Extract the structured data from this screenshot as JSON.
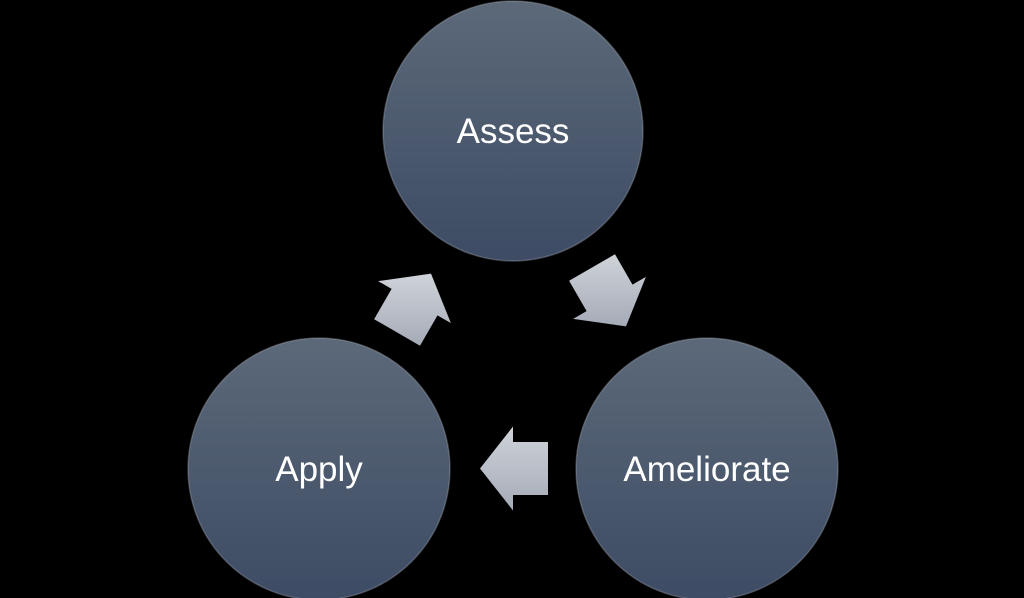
{
  "diagram": {
    "type": "cycle",
    "background_color": "#000000",
    "node_fill_top": "#5c6979",
    "node_fill_bottom": "#3d4b64",
    "node_text_color": "#ffffff",
    "arrow_fill_top": "#cfd3d9",
    "arrow_fill_bottom": "#a5abb7",
    "nodes": [
      {
        "id": "assess",
        "label": "Assess"
      },
      {
        "id": "ameliorate",
        "label": "Ameliorate"
      },
      {
        "id": "apply",
        "label": "Apply"
      }
    ],
    "arrows": [
      {
        "from": "assess",
        "to": "ameliorate",
        "direction": "down-right"
      },
      {
        "from": "ameliorate",
        "to": "apply",
        "direction": "left"
      },
      {
        "from": "apply",
        "to": "assess",
        "direction": "up-right"
      }
    ]
  }
}
